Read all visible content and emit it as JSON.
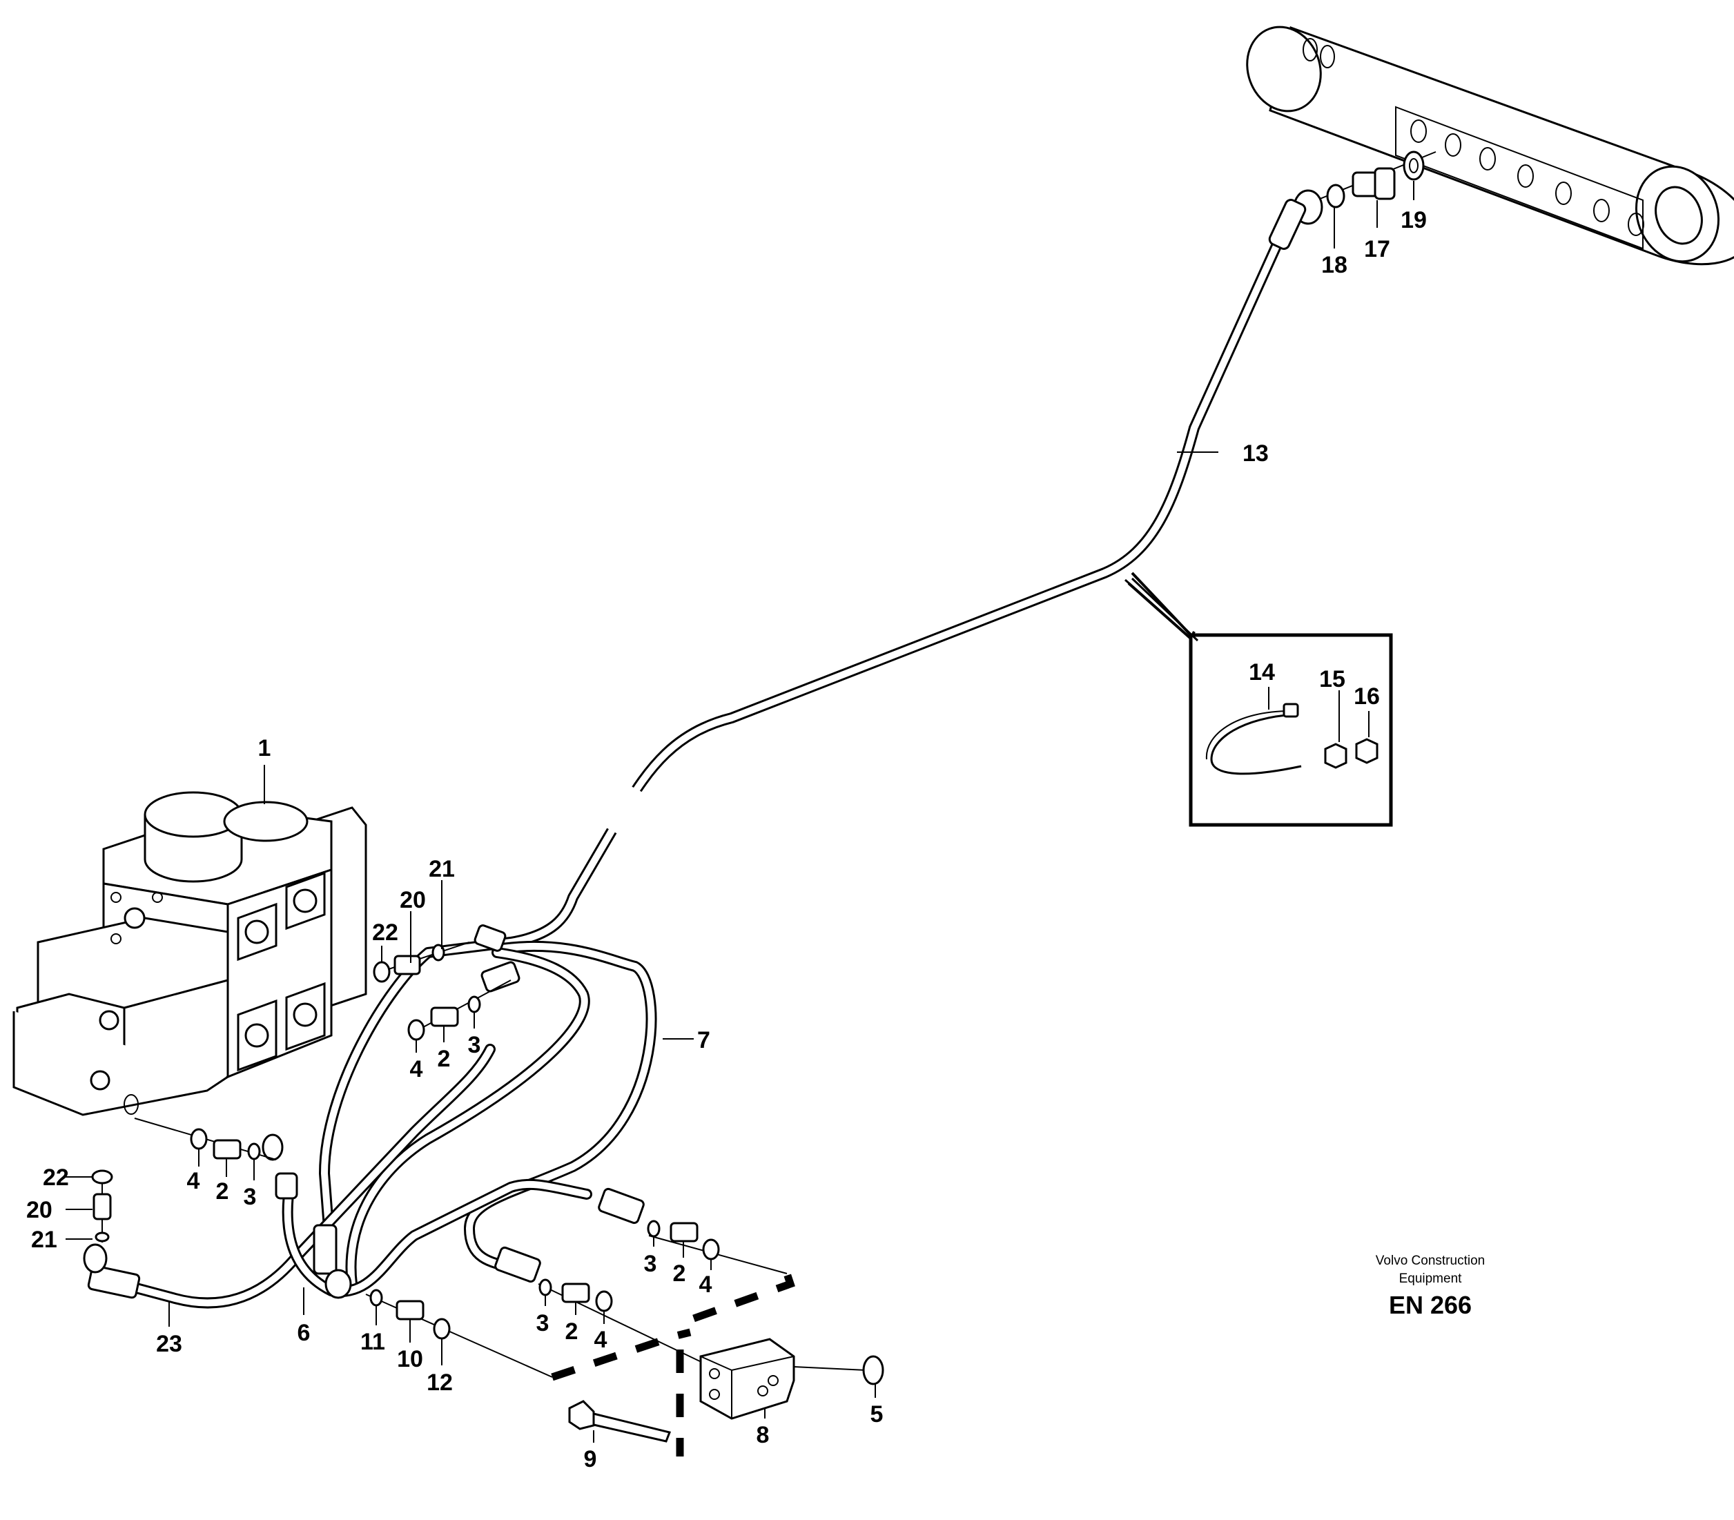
{
  "labels": [
    "1",
    "2",
    "3",
    "4",
    "5",
    "6",
    "7",
    "8",
    "9",
    "10",
    "11",
    "12",
    "13",
    "14",
    "15",
    "16",
    "17",
    "18",
    "19",
    "20",
    "21",
    "22",
    "23"
  ],
  "brand_line1": "Volvo Construction",
  "brand_line2": "Equipment",
  "figure_code": "EN 266"
}
